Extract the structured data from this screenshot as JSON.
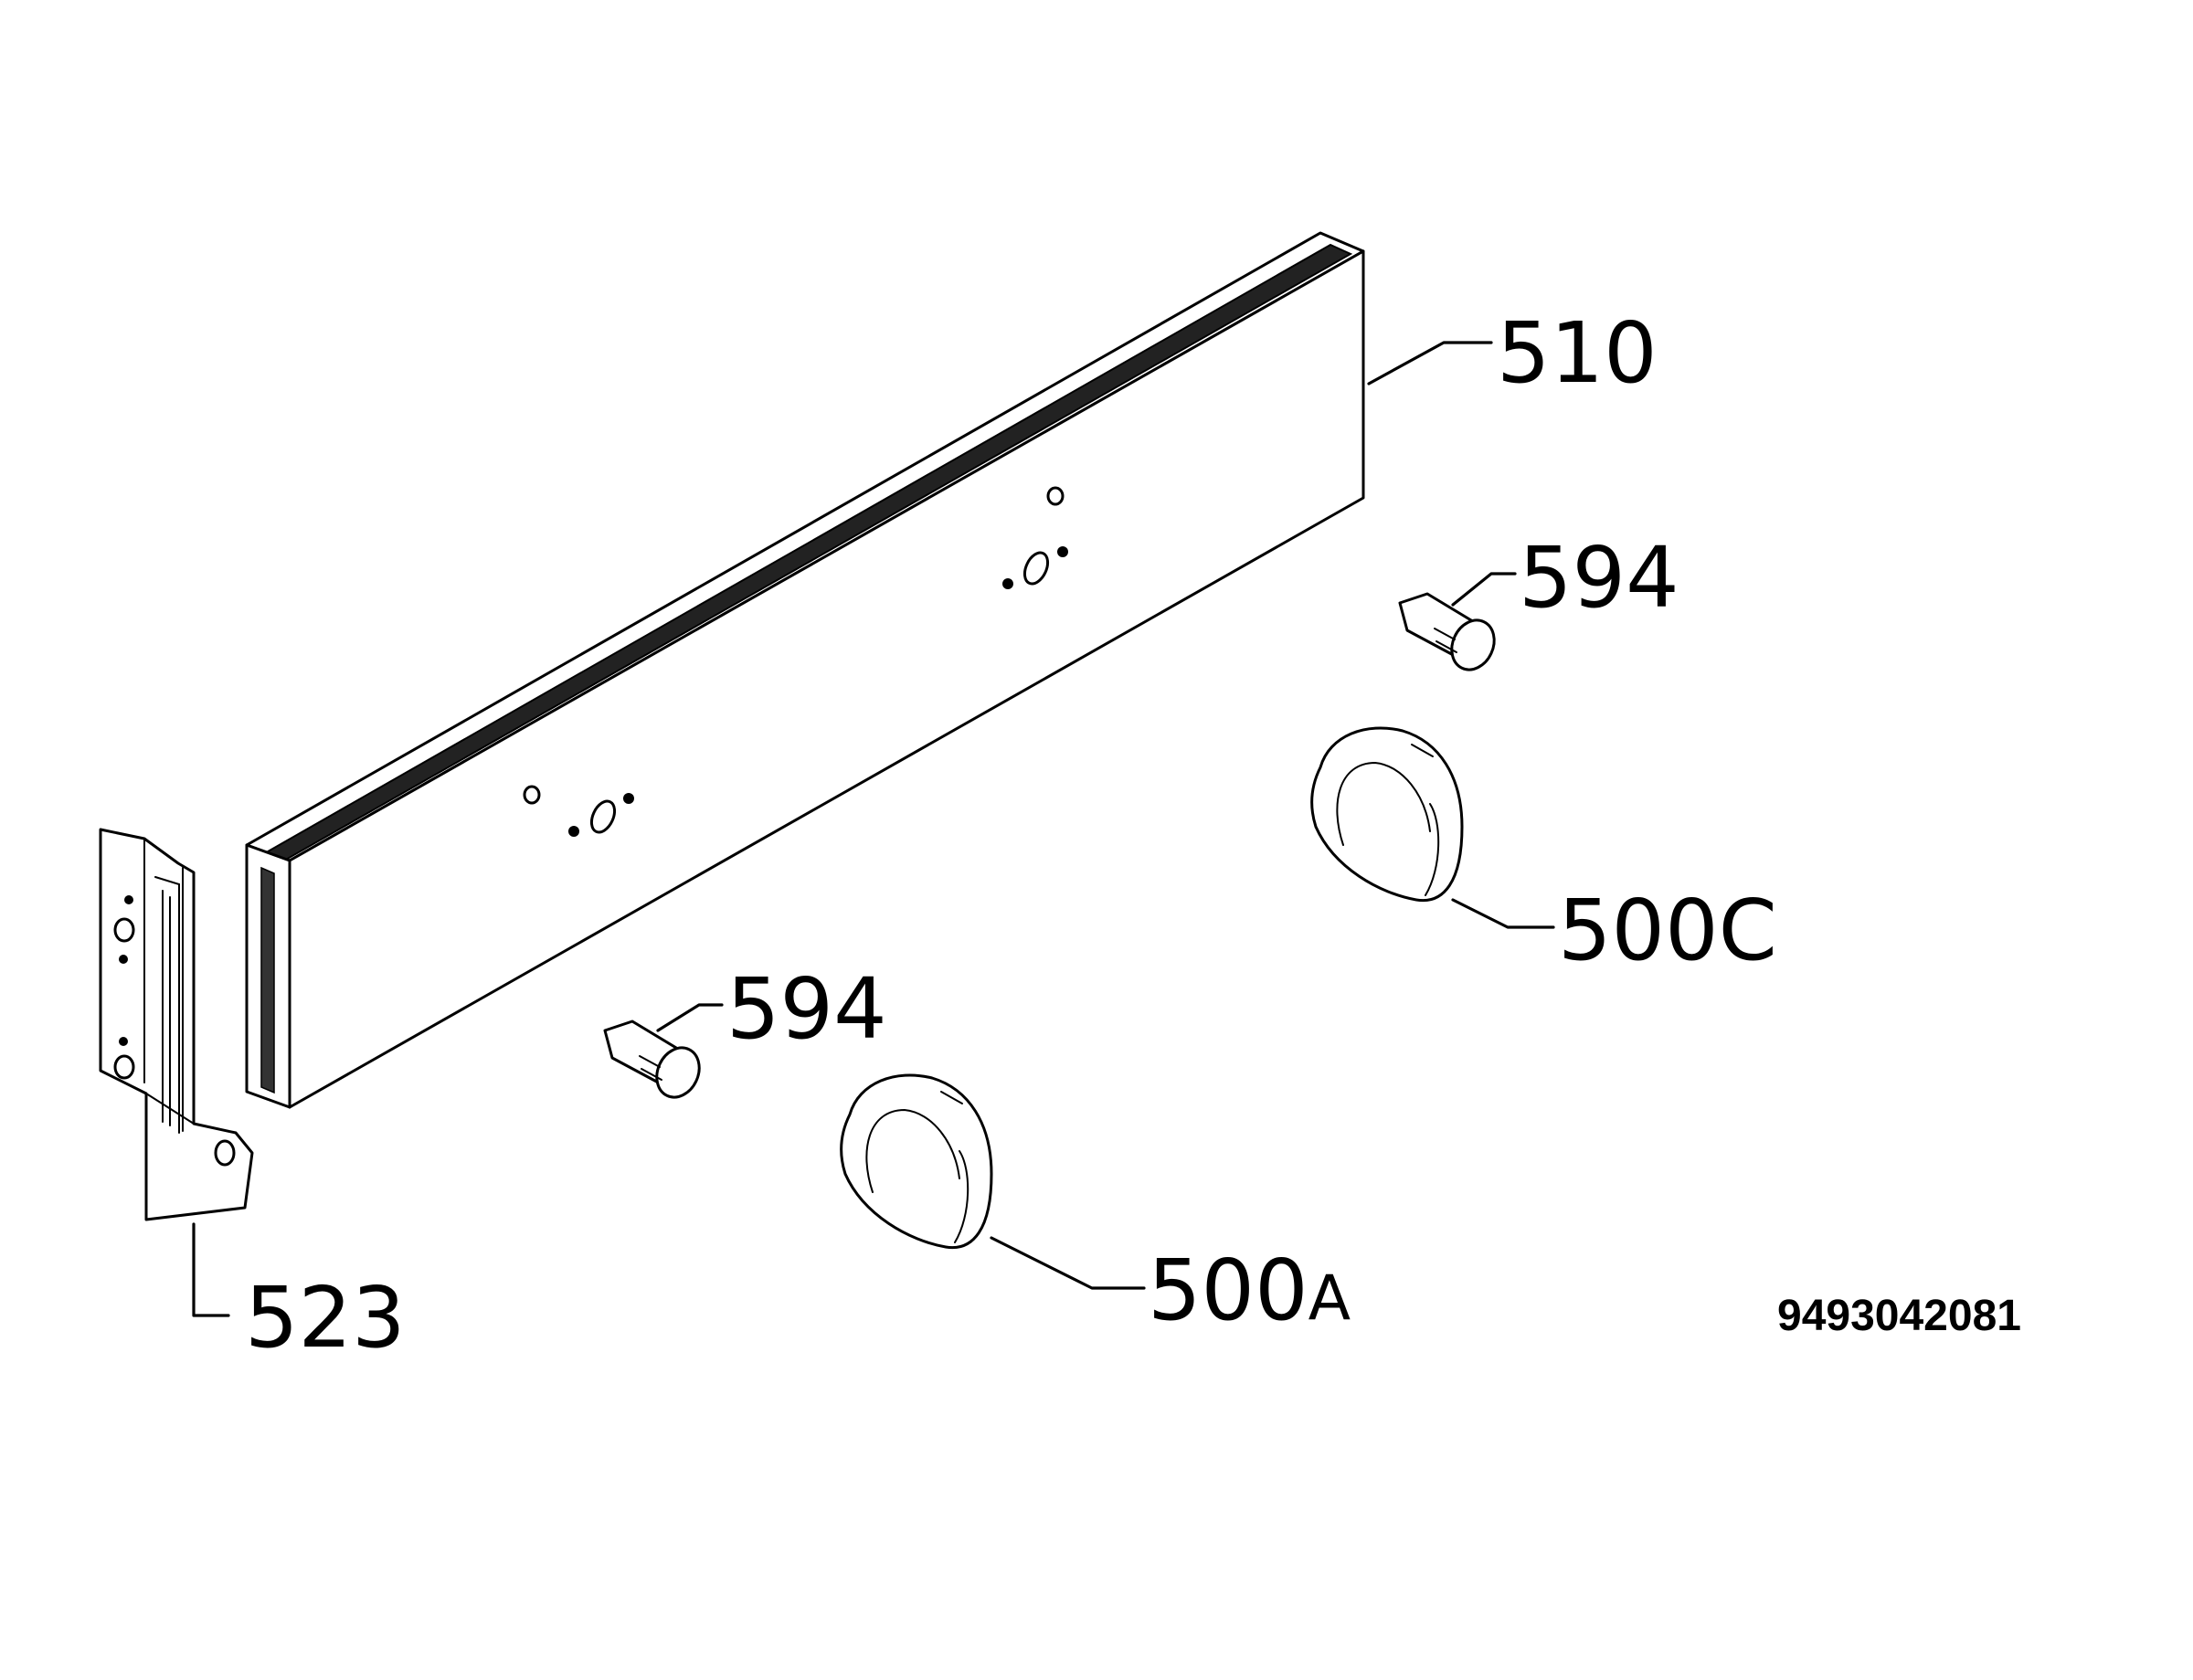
{
  "parts": {
    "panel": {
      "label": "510"
    },
    "bracket": {
      "label": "523"
    },
    "spindle_upper": {
      "label": "594"
    },
    "spindle_lower": {
      "label": "594"
    },
    "knob_c": {
      "label_main": "500",
      "label_suffix": "C"
    },
    "knob_a": {
      "label_main": "500",
      "label_suffix": "A"
    }
  },
  "document_number": "9493042081"
}
